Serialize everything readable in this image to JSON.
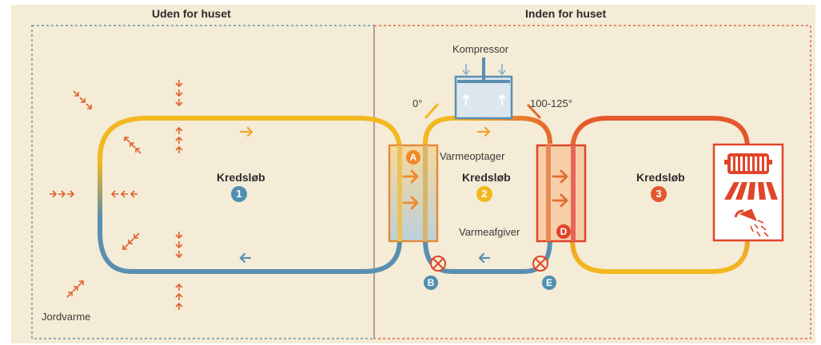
{
  "headers": {
    "outside": "Uden for huset",
    "inside": "Inden for huset"
  },
  "labels": {
    "compressor": "Kompressor",
    "temp_low": "0°",
    "temp_high": "100-125°",
    "evaporator": "Varmeoptager",
    "condenser": "Varmeafgiver",
    "ground_heat": "Jordvarme"
  },
  "circuits": [
    {
      "title": "Kredsløb",
      "number": "1",
      "color": "#4f8fb0"
    },
    {
      "title": "Kredsløb",
      "number": "2",
      "color": "#f2b820"
    },
    {
      "title": "Kredsløb",
      "number": "3",
      "color": "#e4572c"
    }
  ],
  "points": {
    "A": "A",
    "B": "B",
    "D": "D",
    "E": "E"
  },
  "colors": {
    "background": "#f4ecd6",
    "cold": "#5a8fb0",
    "warm": "#f2b820",
    "hot": "#e36b2d",
    "hottest": "#e0452a",
    "outside_border": "#6a9aa8",
    "inside_border": "#e06a4a"
  },
  "icons": [
    "radiator-icon",
    "floor-heating-icon",
    "shower-icon",
    "valve-icon",
    "heat-arrow-icon"
  ]
}
